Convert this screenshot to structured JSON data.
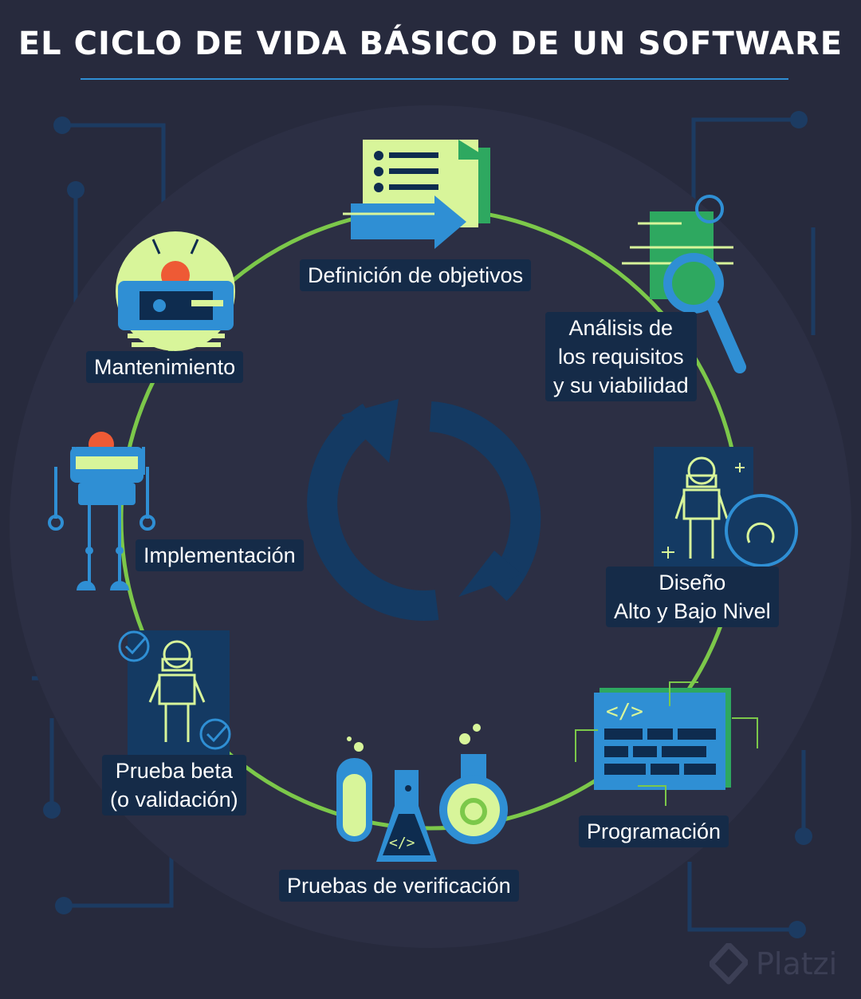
{
  "title": "EL CICLO DE VIDA BÁSICO DE UN SOFTWARE",
  "colors": {
    "background": "#272a3d",
    "circle": "#2c2f44",
    "ring": "#7cc84a",
    "labelBg": "#152b48",
    "accentBlue": "#2f8fd4",
    "lightGreen": "#d8f59a",
    "navy": "#0e2c4f",
    "orange": "#ee5a35"
  },
  "stages": [
    {
      "id": "objetivos",
      "lines": [
        "Definición de objetivos"
      ],
      "icon": "document-arrow-icon"
    },
    {
      "id": "analisis",
      "lines": [
        "Análisis de",
        "los requisitos",
        "y su viabilidad"
      ],
      "icon": "magnifier-book-icon"
    },
    {
      "id": "diseno",
      "lines": [
        "Diseño",
        "Alto y Bajo Nivel"
      ],
      "icon": "robot-blueprint-icon"
    },
    {
      "id": "programacion",
      "lines": [
        "Programación"
      ],
      "icon": "code-window-icon"
    },
    {
      "id": "verificacion",
      "lines": [
        "Pruebas de verificación"
      ],
      "icon": "lab-flasks-icon"
    },
    {
      "id": "beta",
      "lines": [
        "Prueba beta",
        "(o validación)"
      ],
      "icon": "robot-checklist-icon"
    },
    {
      "id": "implementacion",
      "lines": [
        "Implementación"
      ],
      "icon": "blue-robot-icon"
    },
    {
      "id": "mantenimiento",
      "lines": [
        "Mantenimiento"
      ],
      "icon": "robot-repair-icon"
    }
  ],
  "center_icon": "cycle-arrows-icon",
  "brand": {
    "name": "Platzi",
    "icon": "platzi-logo-icon"
  }
}
